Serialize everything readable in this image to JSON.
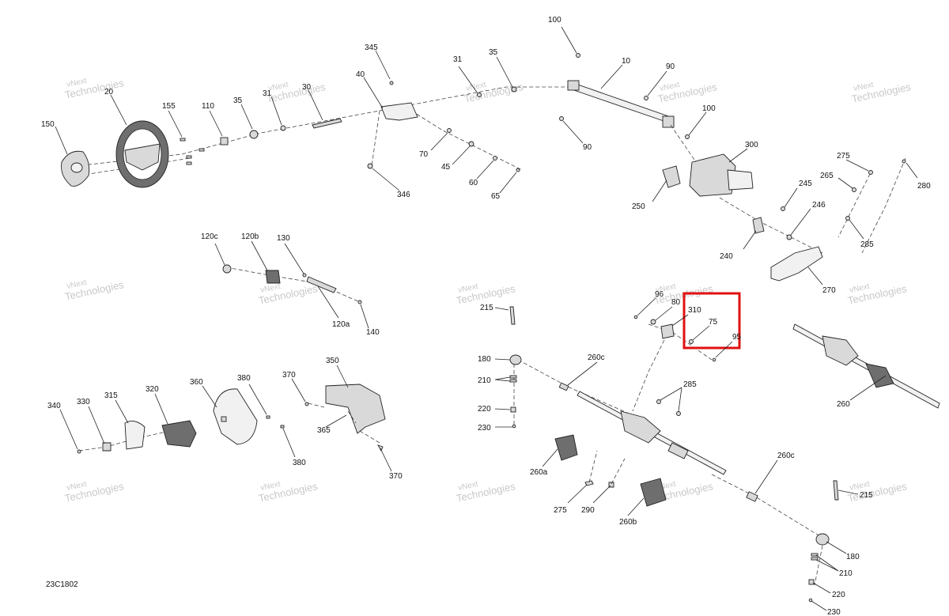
{
  "diagram": {
    "code": "23C1802",
    "watermark_line1": "vNext",
    "watermark_line2": "Technologies",
    "highlight_color": "#e01010",
    "labels": {
      "l150": "150",
      "l20": "20",
      "l155": "155",
      "l110": "110",
      "l35a": "35",
      "l31a": "31",
      "l30": "30",
      "l345": "345",
      "l40": "40",
      "l31b": "31",
      "l35b": "35",
      "l70": "70",
      "l45": "45",
      "l60": "60",
      "l65": "65",
      "l346": "346",
      "l100a": "100",
      "l10": "10",
      "l90a": "90",
      "l100b": "100",
      "l90b": "90",
      "l300": "300",
      "l250": "250",
      "l275a": "275",
      "l265": "265",
      "l280": "280",
      "l245": "245",
      "l246": "246",
      "l240": "240",
      "l285a": "285",
      "l270": "270",
      "l120c": "120c",
      "l120b": "120b",
      "l130": "130",
      "l120a": "120a",
      "l140": "140",
      "l215a": "215",
      "l96a": "96",
      "l80": "80",
      "l310": "310",
      "l75": "75",
      "l95": "95",
      "l180a": "180",
      "l260c_a": "260c",
      "l210a": "210",
      "l220a": "220",
      "l230a": "230",
      "l285b": "285",
      "l260a": "260a",
      "l275b": "275",
      "l290": "290",
      "l260b": "260b",
      "l260c_b": "260c",
      "l260": "260",
      "l215b": "215",
      "l180b": "180",
      "l210b": "210",
      "l220b": "220",
      "l230b": "230",
      "l340": "340",
      "l330": "330",
      "l315": "315",
      "l320": "320",
      "l360": "360",
      "l380a": "380",
      "l370a": "370",
      "l350": "350",
      "l365": "365",
      "l380b": "380",
      "l370b": "370"
    }
  }
}
